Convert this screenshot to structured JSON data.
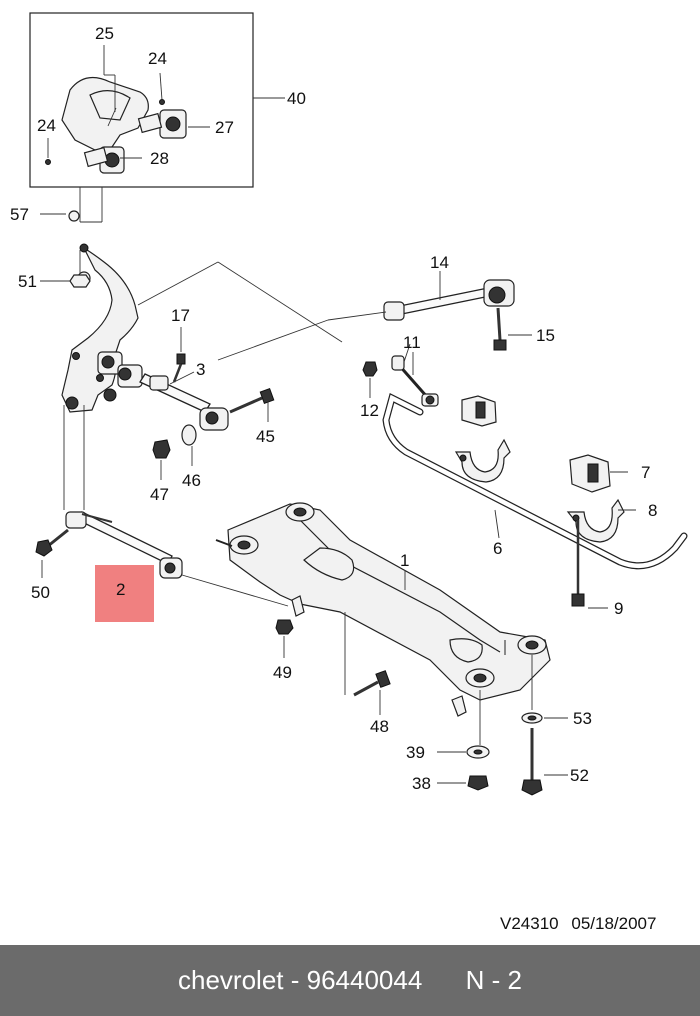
{
  "callouts": {
    "c1": "1",
    "c2": "2",
    "c3": "3",
    "c6": "6",
    "c7": "7",
    "c8": "8",
    "c9": "9",
    "c11": "11",
    "c12": "12",
    "c14": "14",
    "c15": "15",
    "c17": "17",
    "c24a": "24",
    "c24b": "24",
    "c25": "25",
    "c27": "27",
    "c28": "28",
    "c38": "38",
    "c39": "39",
    "c40": "40",
    "c45": "45",
    "c46": "46",
    "c47": "47",
    "c48": "48",
    "c49": "49",
    "c50": "50",
    "c51": "51",
    "c52": "52",
    "c53": "53",
    "c57": "57"
  },
  "highlight": {
    "label": "2",
    "color": "#f08080"
  },
  "reference": {
    "code": "V24310",
    "date": "05/18/2007"
  },
  "footer": {
    "brand": "chevrolet",
    "part_number": "96440044",
    "position": "N - 2",
    "background": "#6b6b6b"
  }
}
